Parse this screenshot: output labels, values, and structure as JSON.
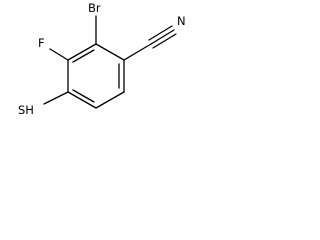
{
  "molecule": {
    "labels": {
      "bromine": "Br",
      "fluorine": "F",
      "thiol": "SH",
      "nitrile_nitrogen": "N"
    },
    "line_color": "#000000",
    "background_color": "#ffffff"
  }
}
